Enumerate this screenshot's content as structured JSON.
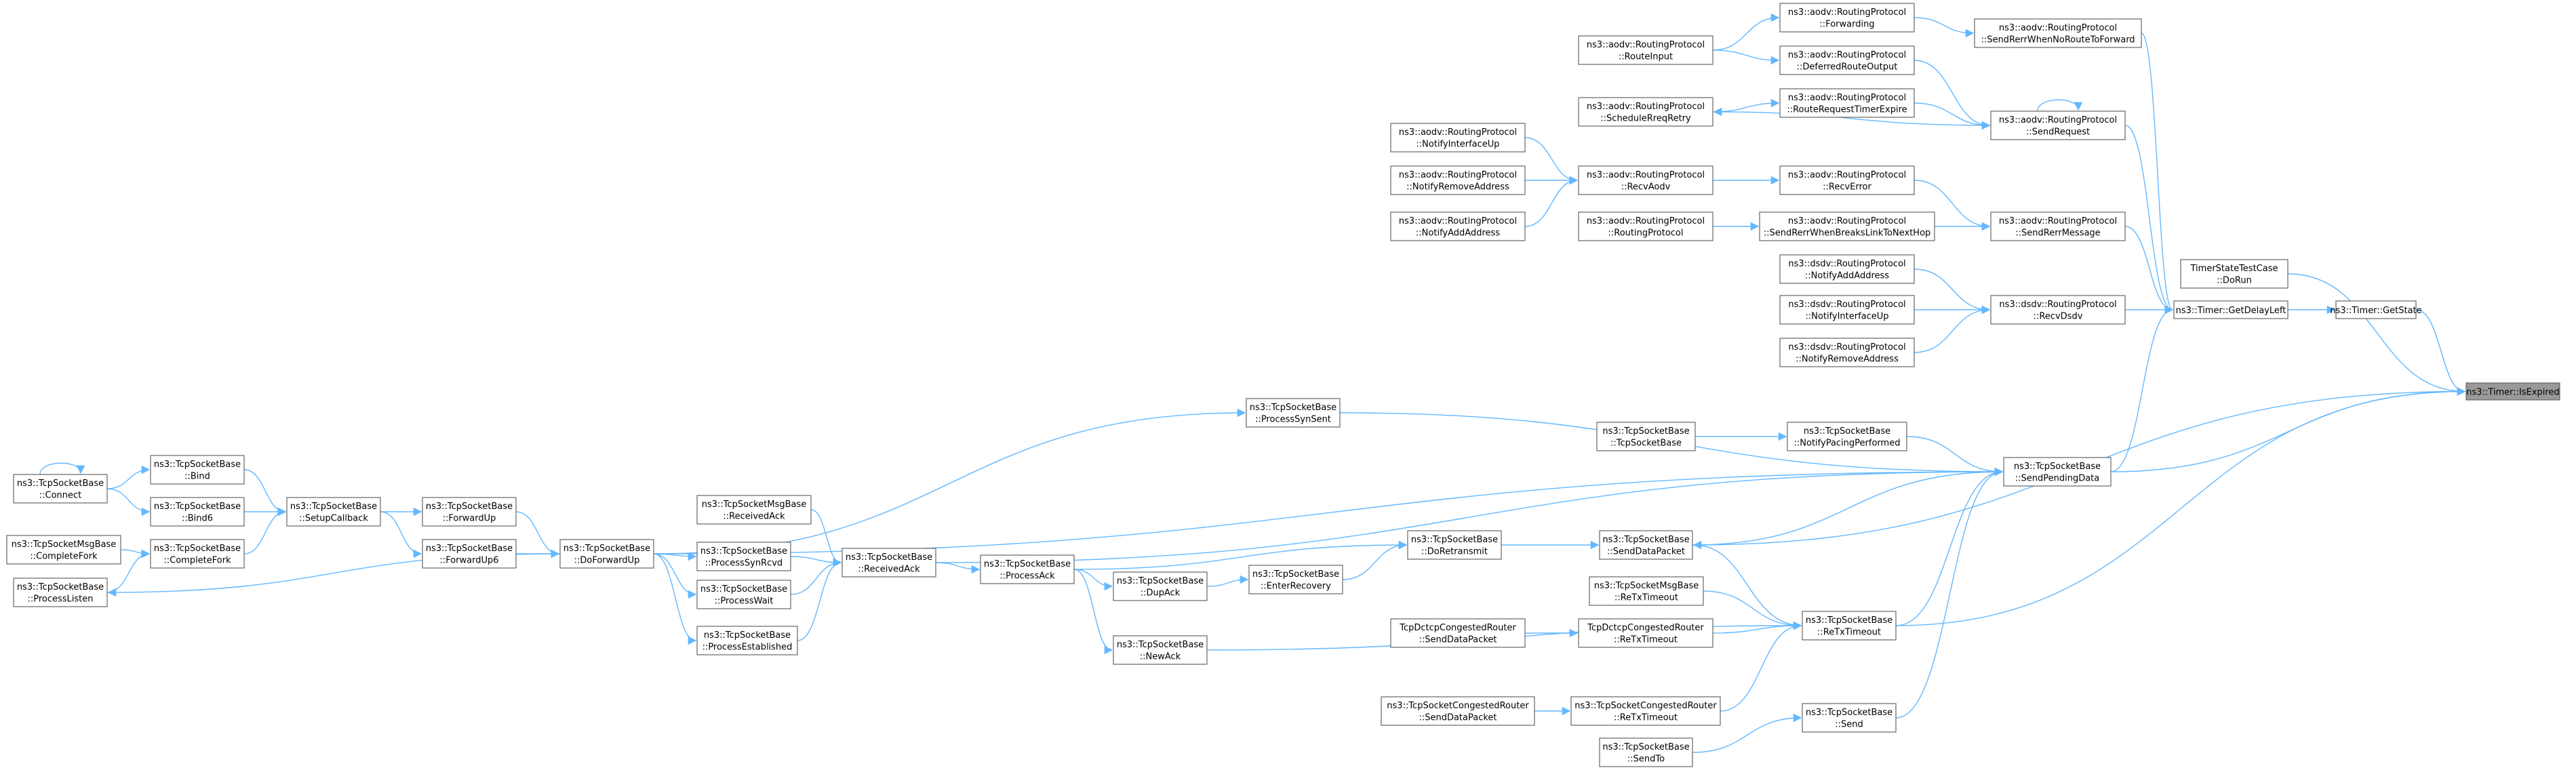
{
  "nodes": {
    "is_expired": [
      "ns3::Timer::IsExpired"
    ],
    "get_state": [
      "ns3::Timer::GetState"
    ],
    "get_delay_left": [
      "ns3::Timer::GetDelayLeft"
    ],
    "timer_state_test": [
      "TimerStateTestCase",
      "::DoRun"
    ],
    "send_pending_data": [
      "ns3::TcpSocketBase",
      "::SendPendingData"
    ],
    "send_data_packet": [
      "ns3::TcpSocketBase",
      "::SendDataPacket"
    ],
    "re_tx_timeout": [
      "ns3::TcpSocketBase",
      "::ReTxTimeout"
    ],
    "send_rerr_no_route": [
      "ns3::aodv::RoutingProtocol",
      "::SendRerrWhenNoRouteToForward"
    ],
    "send_request": [
      "ns3::aodv::RoutingProtocol",
      "::SendRequest"
    ],
    "send_rerr_message": [
      "ns3::aodv::RoutingProtocol",
      "::SendRerrMessage"
    ],
    "recv_dsdv": [
      "ns3::dsdv::RoutingProtocol",
      "::RecvDsdv"
    ],
    "forwarding": [
      "ns3::aodv::RoutingProtocol",
      "::Forwarding"
    ],
    "deferred_route_output": [
      "ns3::aodv::RoutingProtocol",
      "::DeferredRouteOutput"
    ],
    "route_request_timer_expire": [
      "ns3::aodv::RoutingProtocol",
      "::RouteRequestTimerExpire"
    ],
    "route_input": [
      "ns3::aodv::RoutingProtocol",
      "::RouteInput"
    ],
    "schedule_rreq_retry": [
      "ns3::aodv::RoutingProtocol",
      "::ScheduleRreqRetry"
    ],
    "recv_error": [
      "ns3::aodv::RoutingProtocol",
      "::RecvError"
    ],
    "send_rerr_breaks_link": [
      "ns3::aodv::RoutingProtocol",
      "::SendRerrWhenBreaksLinkToNextHop"
    ],
    "recv_aodv": [
      "ns3::aodv::RoutingProtocol",
      "::RecvAodv"
    ],
    "aodv_routing_protocol": [
      "ns3::aodv::RoutingProtocol",
      "::RoutingProtocol"
    ],
    "aodv_notify_interface_up": [
      "ns3::aodv::RoutingProtocol",
      "::NotifyInterfaceUp"
    ],
    "aodv_notify_remove_address": [
      "ns3::aodv::RoutingProtocol",
      "::NotifyRemoveAddress"
    ],
    "aodv_notify_add_address": [
      "ns3::aodv::RoutingProtocol",
      "::NotifyAddAddress"
    ],
    "dsdv_notify_add_address": [
      "ns3::dsdv::RoutingProtocol",
      "::NotifyAddAddress"
    ],
    "dsdv_notify_interface_up": [
      "ns3::dsdv::RoutingProtocol",
      "::NotifyInterfaceUp"
    ],
    "dsdv_notify_remove_address": [
      "ns3::dsdv::RoutingProtocol",
      "::NotifyRemoveAddress"
    ],
    "process_syn_sent": [
      "ns3::TcpSocketBase",
      "::ProcessSynSent"
    ],
    "notify_pacing_performed": [
      "ns3::TcpSocketBase",
      "::NotifyPacingPerformed"
    ],
    "tcp_socket_base_ctor": [
      "ns3::TcpSocketBase",
      "::TcpSocketBase"
    ],
    "received_ack": [
      "ns3::TcpSocketBase",
      "::ReceivedAck"
    ],
    "do_forward_up": [
      "ns3::TcpSocketBase",
      "::DoForwardUp"
    ],
    "do_retransmit": [
      "ns3::TcpSocketBase",
      "::DoRetransmit"
    ],
    "enter_recovery": [
      "ns3::TcpSocketBase",
      "::EnterRecovery"
    ],
    "dup_ack": [
      "ns3::TcpSocketBase",
      "::DupAck"
    ],
    "process_ack": [
      "ns3::TcpSocketBase",
      "::ProcessAck"
    ],
    "new_ack": [
      "ns3::TcpSocketBase",
      "::NewAck"
    ],
    "msg_received_ack": [
      "ns3::TcpSocketMsgBase",
      "::ReceivedAck"
    ],
    "process_syn_rcvd": [
      "ns3::TcpSocketBase",
      "::ProcessSynRcvd"
    ],
    "process_wait": [
      "ns3::TcpSocketBase",
      "::ProcessWait"
    ],
    "process_established": [
      "ns3::TcpSocketBase",
      "::ProcessEstablished"
    ],
    "forward_up": [
      "ns3::TcpSocketBase",
      "::ForwardUp"
    ],
    "forward_up6": [
      "ns3::TcpSocketBase",
      "::ForwardUp6"
    ],
    "setup_callback": [
      "ns3::TcpSocketBase",
      "::SetupCallback"
    ],
    "bind": [
      "ns3::TcpSocketBase",
      "::Bind"
    ],
    "bind6": [
      "ns3::TcpSocketBase",
      "::Bind6"
    ],
    "complete_fork": [
      "ns3::TcpSocketBase",
      "::CompleteFork"
    ],
    "connect": [
      "ns3::TcpSocketBase",
      "::Connect"
    ],
    "msg_complete_fork": [
      "ns3::TcpSocketMsgBase",
      "::CompleteFork"
    ],
    "process_listen": [
      "ns3::TcpSocketBase",
      "::ProcessListen"
    ],
    "msg_re_tx_timeout": [
      "ns3::TcpSocketMsgBase",
      "::ReTxTimeout"
    ],
    "dctcp_re_tx_timeout": [
      "TcpDctcpCongestedRouter",
      "::ReTxTimeout"
    ],
    "dctcp_send_data_packet": [
      "TcpDctcpCongestedRouter",
      "::SendDataPacket"
    ],
    "congested_re_tx_timeout": [
      "ns3::TcpSocketCongestedRouter",
      "::ReTxTimeout"
    ],
    "congested_send_data_packet": [
      "ns3::TcpSocketCongestedRouter",
      "::SendDataPacket"
    ],
    "send": [
      "ns3::TcpSocketBase",
      "::Send"
    ],
    "send_to": [
      "ns3::TcpSocketBase",
      "::SendTo"
    ]
  },
  "edges": [
    [
      "get_state",
      "is_expired"
    ],
    [
      "timer_state_test",
      "is_expired"
    ],
    [
      "send_pending_data",
      "is_expired"
    ],
    [
      "send_data_packet",
      "is_expired"
    ],
    [
      "re_tx_timeout",
      "is_expired"
    ],
    [
      "get_delay_left",
      "get_state"
    ],
    [
      "send_rerr_no_route",
      "get_delay_left"
    ],
    [
      "send_request",
      "get_delay_left"
    ],
    [
      "send_rerr_message",
      "get_delay_left"
    ],
    [
      "recv_dsdv",
      "get_delay_left"
    ],
    [
      "send_pending_data",
      "get_delay_left"
    ],
    [
      "forwarding",
      "send_rerr_no_route"
    ],
    [
      "route_input",
      "forwarding"
    ],
    [
      "route_input",
      "deferred_route_output"
    ],
    [
      "deferred_route_output",
      "send_request"
    ],
    [
      "route_request_timer_expire",
      "send_request"
    ],
    [
      "send_request",
      "send_request"
    ],
    [
      "send_request",
      "schedule_rreq_retry"
    ],
    [
      "schedule_rreq_retry",
      "route_request_timer_expire"
    ],
    [
      "recv_error",
      "send_rerr_message"
    ],
    [
      "send_rerr_breaks_link",
      "send_rerr_message"
    ],
    [
      "recv_aodv",
      "recv_error"
    ],
    [
      "aodv_routing_protocol",
      "send_rerr_breaks_link"
    ],
    [
      "aodv_notify_interface_up",
      "recv_aodv"
    ],
    [
      "aodv_notify_remove_address",
      "recv_aodv"
    ],
    [
      "aodv_notify_add_address",
      "recv_aodv"
    ],
    [
      "dsdv_notify_add_address",
      "recv_dsdv"
    ],
    [
      "dsdv_notify_interface_up",
      "recv_dsdv"
    ],
    [
      "dsdv_notify_remove_address",
      "recv_dsdv"
    ],
    [
      "process_syn_sent",
      "send_pending_data"
    ],
    [
      "notify_pacing_performed",
      "send_pending_data"
    ],
    [
      "tcp_socket_base_ctor",
      "notify_pacing_performed"
    ],
    [
      "received_ack",
      "send_pending_data"
    ],
    [
      "do_forward_up",
      "send_pending_data"
    ],
    [
      "send_data_packet",
      "send_pending_data"
    ],
    [
      "re_tx_timeout",
      "send_pending_data"
    ],
    [
      "send",
      "send_pending_data"
    ],
    [
      "do_retransmit",
      "send_data_packet"
    ],
    [
      "re_tx_timeout",
      "send_data_packet"
    ],
    [
      "dctcp_send_data_packet",
      "dctcp_re_tx_timeout"
    ],
    [
      "msg_re_tx_timeout",
      "re_tx_timeout"
    ],
    [
      "dctcp_re_tx_timeout",
      "re_tx_timeout"
    ],
    [
      "congested_re_tx_timeout",
      "re_tx_timeout"
    ],
    [
      "new_ack",
      "re_tx_timeout"
    ],
    [
      "congested_send_data_packet",
      "congested_re_tx_timeout"
    ],
    [
      "send_to",
      "send"
    ],
    [
      "enter_recovery",
      "do_retransmit"
    ],
    [
      "process_ack",
      "do_retransmit"
    ],
    [
      "dup_ack",
      "enter_recovery"
    ],
    [
      "process_ack",
      "dup_ack"
    ],
    [
      "process_ack",
      "new_ack"
    ],
    [
      "received_ack",
      "process_ack"
    ],
    [
      "msg_received_ack",
      "received_ack"
    ],
    [
      "process_syn_rcvd",
      "received_ack"
    ],
    [
      "process_wait",
      "received_ack"
    ],
    [
      "process_established",
      "received_ack"
    ],
    [
      "do_forward_up",
      "process_syn_sent"
    ],
    [
      "do_forward_up",
      "process_syn_rcvd"
    ],
    [
      "do_forward_up",
      "process_wait"
    ],
    [
      "do_forward_up",
      "process_established"
    ],
    [
      "do_forward_up",
      "process_listen"
    ],
    [
      "forward_up",
      "do_forward_up"
    ],
    [
      "forward_up6",
      "do_forward_up"
    ],
    [
      "setup_callback",
      "forward_up"
    ],
    [
      "setup_callback",
      "forward_up6"
    ],
    [
      "bind",
      "setup_callback"
    ],
    [
      "bind6",
      "setup_callback"
    ],
    [
      "complete_fork",
      "setup_callback"
    ],
    [
      "connect",
      "bind"
    ],
    [
      "connect",
      "bind6"
    ],
    [
      "connect",
      "connect"
    ],
    [
      "msg_complete_fork",
      "complete_fork"
    ],
    [
      "process_listen",
      "complete_fork"
    ]
  ],
  "colors": {
    "edge": "#63b8ff",
    "node_border": "#666666",
    "root_fill": "#999999"
  }
}
